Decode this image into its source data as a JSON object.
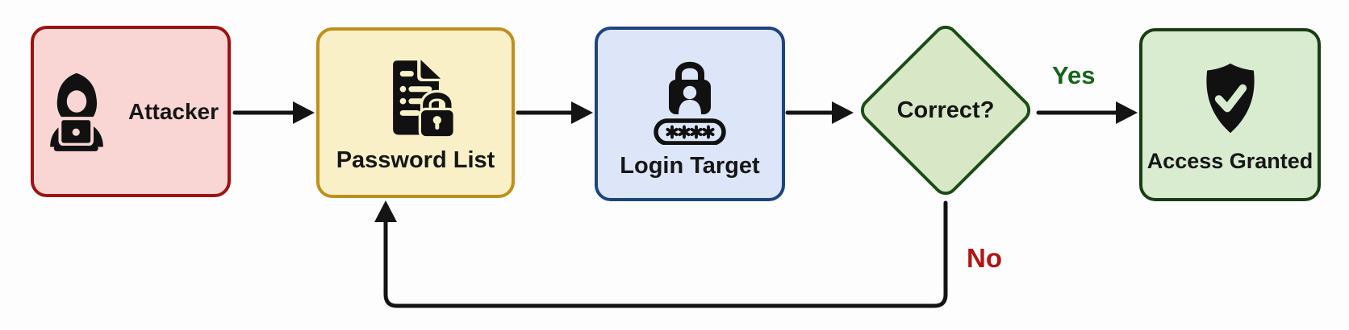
{
  "diagram": {
    "type": "flowchart",
    "background": "#fdfdfd",
    "arrow_color": "#141414",
    "nodes": {
      "attacker": {
        "label": "Attacker",
        "shape": "rounded-box",
        "fill": "#f9d6d3",
        "border": "#9c1311",
        "icon": "hacker-laptop-icon"
      },
      "password_list": {
        "label": "Password List",
        "shape": "rounded-box",
        "fill": "#faf0c8",
        "border": "#c08f1c",
        "icon": "document-lock-icon"
      },
      "login_target": {
        "label": "Login Target",
        "shape": "rounded-box",
        "fill": "#dde6f8",
        "border": "#1e4480",
        "icon": "padlock-password-icon"
      },
      "decision": {
        "label": "Correct?",
        "shape": "diamond",
        "fill": "#d8e8c6",
        "border": "#1c4d17"
      },
      "access_granted": {
        "label": "Access Granted",
        "shape": "rounded-box",
        "fill": "#d9ecd0",
        "border": "#1b3d14",
        "icon": "shield-check-icon"
      }
    },
    "edges": [
      {
        "from": "attacker",
        "to": "password_list",
        "label": ""
      },
      {
        "from": "password_list",
        "to": "login_target",
        "label": ""
      },
      {
        "from": "login_target",
        "to": "decision",
        "label": ""
      },
      {
        "from": "decision",
        "to": "access_granted",
        "label": "Yes",
        "label_color": "#17631c"
      },
      {
        "from": "decision",
        "to": "password_list",
        "label": "No",
        "label_color": "#b01414"
      }
    ]
  }
}
